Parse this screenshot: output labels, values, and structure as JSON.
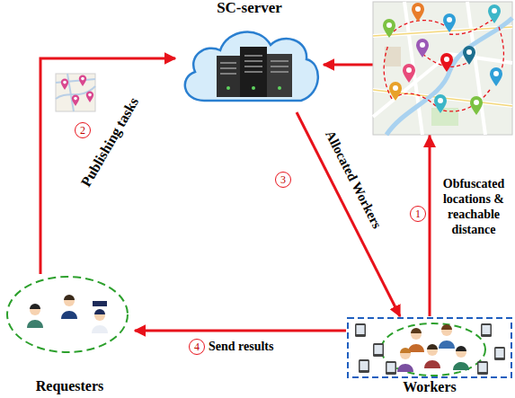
{
  "diagram": {
    "nodes": [
      {
        "text": [
          "SC-server"
        ]
      },
      {
        "text": [
          "Requesters"
        ]
      },
      {
        "text": [
          "Workers"
        ]
      }
    ],
    "edges": [
      {
        "from": 1,
        "to": 0,
        "label": "Publishing tasks",
        "arrow": "to"
      },
      {
        "from": 0,
        "to": 2,
        "label": "Allocated Workers",
        "arrow": "to"
      },
      {
        "from": 2,
        "to": 0,
        "label": "Obfuscated locations & reachable distance",
        "arrow": "to"
      },
      {
        "from": 2,
        "to": 1,
        "label": "Send results",
        "arrow": "to"
      }
    ],
    "labels": [
      "1",
      "2",
      "3",
      "4"
    ]
  }
}
